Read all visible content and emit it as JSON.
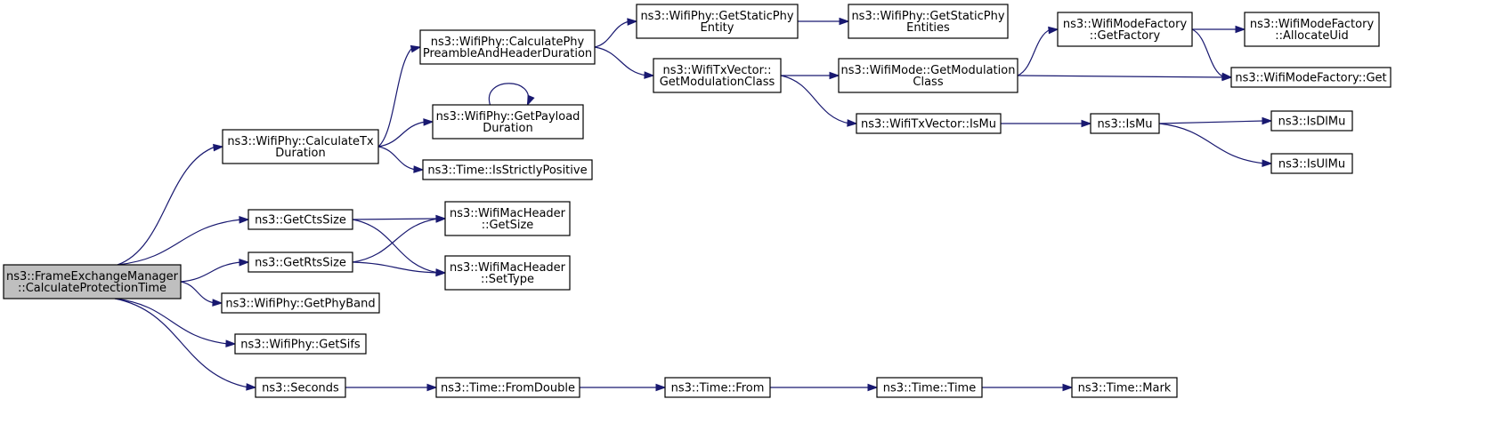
{
  "graph": {
    "colors": {
      "edge": "#191970",
      "root_fill": "#bfbfbf",
      "node_fill": "#ffffff",
      "border": "#000000"
    },
    "nodes": [
      {
        "id": "root",
        "lines": [
          "ns3::FrameExchangeManager",
          "::CalculateProtectionTime"
        ],
        "highlight": true
      },
      {
        "id": "calcTx",
        "lines": [
          "ns3::WifiPhy::CalculateTx",
          "Duration"
        ]
      },
      {
        "id": "getCts",
        "lines": [
          "ns3::GetCtsSize"
        ]
      },
      {
        "id": "getRts",
        "lines": [
          "ns3::GetRtsSize"
        ]
      },
      {
        "id": "getPhyBand",
        "lines": [
          "ns3::WifiPhy::GetPhyBand"
        ]
      },
      {
        "id": "getSifs",
        "lines": [
          "ns3::WifiPhy::GetSifs"
        ]
      },
      {
        "id": "seconds",
        "lines": [
          "ns3::Seconds"
        ]
      },
      {
        "id": "calcPre",
        "lines": [
          "ns3::WifiPhy::CalculatePhy",
          "PreambleAndHeaderDuration"
        ]
      },
      {
        "id": "getPayload",
        "lines": [
          "ns3::WifiPhy::GetPayload",
          "Duration"
        ]
      },
      {
        "id": "isStrict",
        "lines": [
          "ns3::Time::IsStrictlyPositive"
        ]
      },
      {
        "id": "macGetSize",
        "lines": [
          "ns3::WifiMacHeader",
          "::GetSize"
        ]
      },
      {
        "id": "macSetType",
        "lines": [
          "ns3::WifiMacHeader",
          "::SetType"
        ]
      },
      {
        "id": "fromDouble",
        "lines": [
          "ns3::Time::FromDouble"
        ]
      },
      {
        "id": "getStaticEntity",
        "lines": [
          "ns3::WifiPhy::GetStaticPhy",
          "Entity"
        ]
      },
      {
        "id": "txGetMod",
        "lines": [
          "ns3::WifiTxVector::",
          "GetModulationClass"
        ]
      },
      {
        "id": "timeFrom",
        "lines": [
          "ns3::Time::From"
        ]
      },
      {
        "id": "getStaticEntities",
        "lines": [
          "ns3::WifiPhy::GetStaticPhy",
          "Entities"
        ]
      },
      {
        "id": "modeGetMod",
        "lines": [
          "ns3::WifiMode::GetModulation",
          "Class"
        ]
      },
      {
        "id": "txIsMu",
        "lines": [
          "ns3::WifiTxVector::IsMu"
        ]
      },
      {
        "id": "timeTime",
        "lines": [
          "ns3::Time::Time"
        ]
      },
      {
        "id": "factoryGetFactory",
        "lines": [
          "ns3::WifiModeFactory",
          "::GetFactory"
        ]
      },
      {
        "id": "isMu",
        "lines": [
          "ns3::IsMu"
        ]
      },
      {
        "id": "timeMark",
        "lines": [
          "ns3::Time::Mark"
        ]
      },
      {
        "id": "allocUid",
        "lines": [
          "ns3::WifiModeFactory",
          "::AllocateUid"
        ]
      },
      {
        "id": "factoryGet",
        "lines": [
          "ns3::WifiModeFactory::Get"
        ]
      },
      {
        "id": "isDlMu",
        "lines": [
          "ns3::IsDlMu"
        ]
      },
      {
        "id": "isUlMu",
        "lines": [
          "ns3::IsUlMu"
        ]
      }
    ],
    "edges": [
      [
        "root",
        "calcTx"
      ],
      [
        "root",
        "getCts"
      ],
      [
        "root",
        "getRts"
      ],
      [
        "root",
        "getPhyBand"
      ],
      [
        "root",
        "getSifs"
      ],
      [
        "root",
        "seconds"
      ],
      [
        "calcTx",
        "calcPre"
      ],
      [
        "calcTx",
        "getPayload"
      ],
      [
        "calcTx",
        "isStrict"
      ],
      [
        "getPayload",
        "getPayload"
      ],
      [
        "getCts",
        "macGetSize"
      ],
      [
        "getCts",
        "macSetType"
      ],
      [
        "getRts",
        "macGetSize"
      ],
      [
        "getRts",
        "macSetType"
      ],
      [
        "seconds",
        "fromDouble"
      ],
      [
        "fromDouble",
        "timeFrom"
      ],
      [
        "timeFrom",
        "timeTime"
      ],
      [
        "timeTime",
        "timeMark"
      ],
      [
        "calcPre",
        "getStaticEntity"
      ],
      [
        "calcPre",
        "txGetMod"
      ],
      [
        "getStaticEntity",
        "getStaticEntities"
      ],
      [
        "txGetMod",
        "modeGetMod"
      ],
      [
        "txGetMod",
        "txIsMu"
      ],
      [
        "modeGetMod",
        "factoryGetFactory"
      ],
      [
        "modeGetMod",
        "factoryGet"
      ],
      [
        "factoryGetFactory",
        "allocUid"
      ],
      [
        "factoryGetFactory",
        "factoryGet"
      ],
      [
        "txIsMu",
        "isMu"
      ],
      [
        "isMu",
        "isDlMu"
      ],
      [
        "isMu",
        "isUlMu"
      ]
    ]
  }
}
